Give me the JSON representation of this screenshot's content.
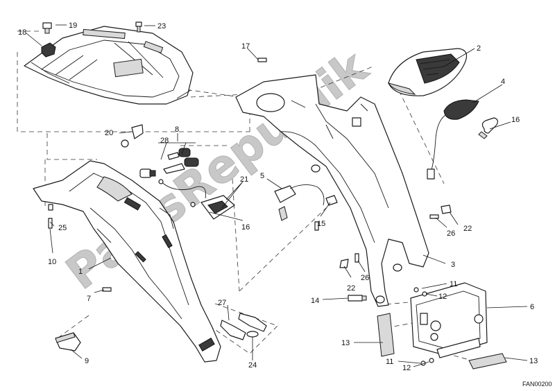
{
  "diagram": {
    "reference_code": "FAN00200",
    "watermark": "PartsRepublik",
    "callouts": [
      "1",
      "2",
      "3",
      "4",
      "5",
      "6",
      "7",
      "8",
      "9",
      "10",
      "11",
      "12",
      "13",
      "14",
      "15",
      "16",
      "17",
      "18",
      "19",
      "20",
      "21",
      "22",
      "23",
      "24",
      "25",
      "26",
      "27",
      "28"
    ]
  }
}
